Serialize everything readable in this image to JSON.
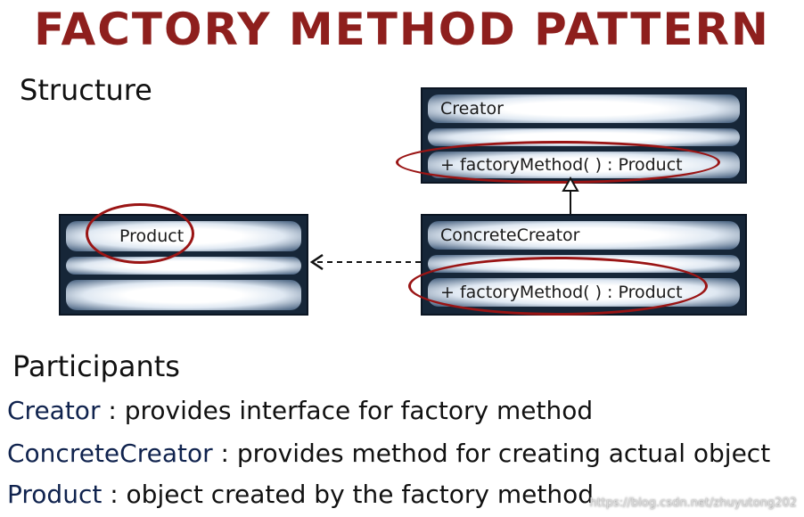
{
  "title": "FACTORY METHOD PATTERN",
  "structure_label": "Structure",
  "creator": {
    "name": "Creator",
    "operation": "+ factoryMethod( ) : Product"
  },
  "concrete_creator": {
    "name": "ConcreteCreator",
    "operation": "+ factoryMethod( ) : Product"
  },
  "product": {
    "name": "Product"
  },
  "participants_label": "Participants",
  "participants": [
    {
      "name": "Creator",
      "description": ": provides interface for factory method"
    },
    {
      "name": "ConcreteCreator",
      "description": ": provides method for creating actual object"
    },
    {
      "name": "Product",
      "description": ": object created by the factory method"
    }
  ],
  "watermark": "https://blog.csdn.net/zhuyutong202",
  "colors": {
    "title": "#8e1f1d",
    "class_box": "#162638",
    "highlight_circle": "#9a1414",
    "participant_name": "#10234e"
  }
}
